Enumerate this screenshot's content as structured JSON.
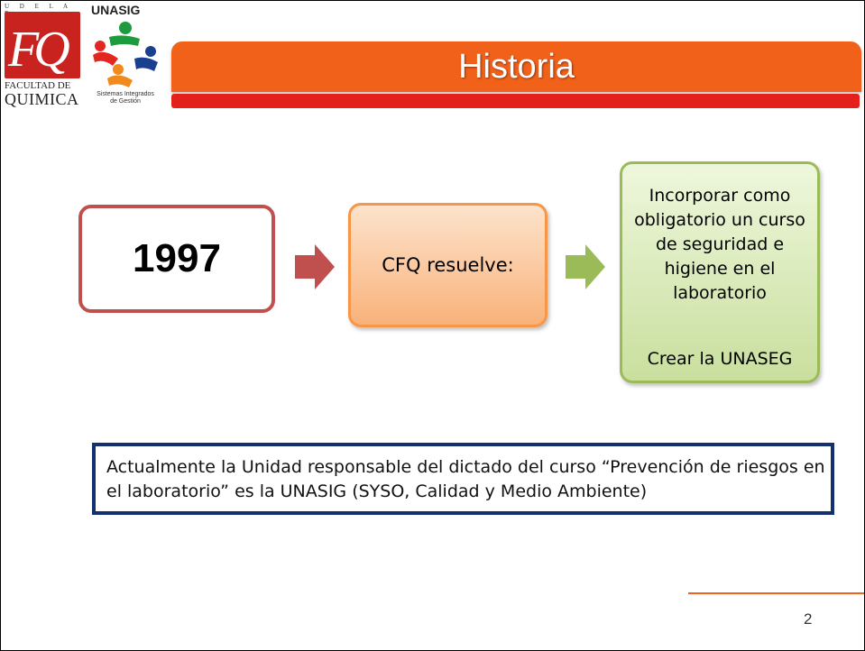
{
  "logos": {
    "fq": {
      "udelar": "U D E L A R",
      "letters": "FQ",
      "line1": "FACULTAD DE",
      "line2": "QUIMICA"
    },
    "unasig": {
      "title": "UNASIG",
      "subtitle_line1": "Sistemas Integrados",
      "subtitle_line2": "de Gestión"
    }
  },
  "header": {
    "title": "Historia"
  },
  "flow": {
    "year": "1997",
    "step": "CFQ resuelve:",
    "outcome_1": "Incorporar como obligatorio un curso de seguridad e higiene en el laboratorio",
    "outcome_2": "Crear la UNASEG"
  },
  "note": {
    "text": "Actualmente la Unidad responsable del dictado del curso “Prevención de riesgos en el laboratorio” es la UNASIG (SYSO, Calidad y Medio Ambiente)"
  },
  "footer": {
    "page_number": "2"
  },
  "colors": {
    "header_orange": "#f2611a",
    "accent_red": "#e4201c",
    "year_border": "#c0504d",
    "cfq_border": "#f79646",
    "green_border": "#9bbb59",
    "note_border": "#14306e"
  }
}
